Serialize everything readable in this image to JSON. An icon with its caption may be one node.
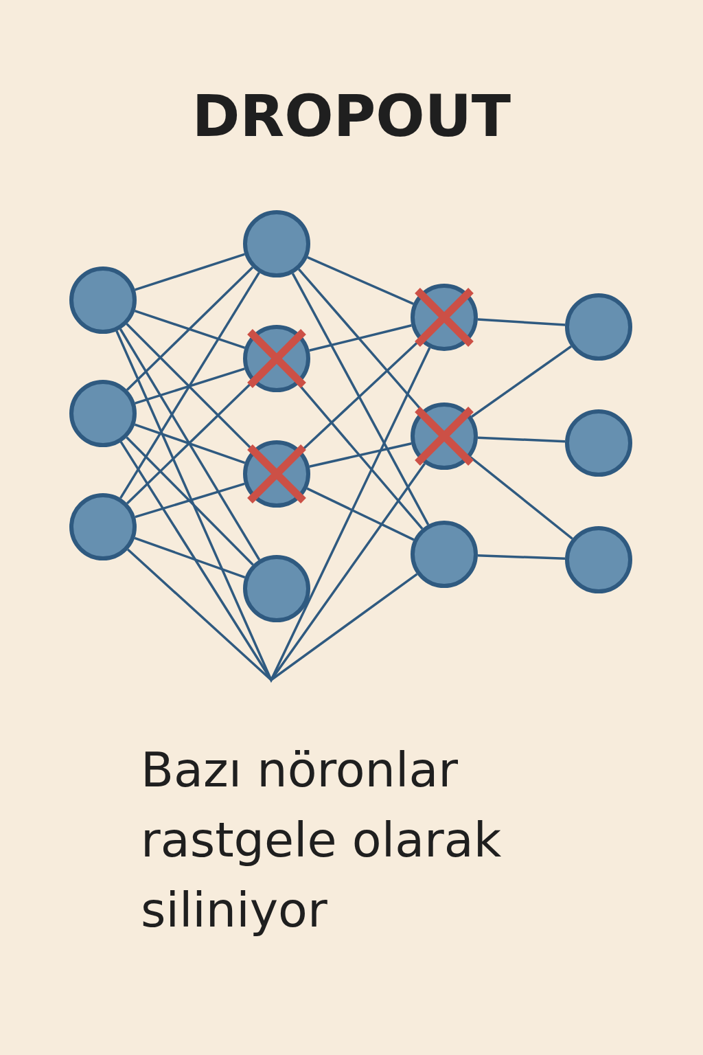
{
  "diagram": {
    "title": "DROPOUT",
    "caption": "Bazı nöronlar rastgele olarak siliniyor",
    "nodes": [
      {
        "text": [],
        "shape": "circle"
      },
      {
        "text": [],
        "shape": "circle"
      },
      {
        "text": [],
        "shape": "circle"
      },
      {
        "text": [],
        "shape": "circle"
      },
      {
        "text": [],
        "shape": "circle"
      },
      {
        "text": [],
        "shape": "circle"
      },
      {
        "text": [],
        "shape": "circle"
      },
      {
        "text": [],
        "shape": "circle"
      },
      {
        "text": [],
        "shape": "circle"
      },
      {
        "text": [],
        "shape": "circle"
      },
      {
        "text": [],
        "shape": "circle"
      },
      {
        "text": [],
        "shape": "circle"
      },
      {
        "text": [],
        "shape": "circle"
      }
    ],
    "edges": [
      {
        "from": 0,
        "to": 3,
        "arrow": "none"
      },
      {
        "from": 0,
        "to": 4,
        "arrow": "none"
      },
      {
        "from": 0,
        "to": 5,
        "arrow": "none"
      },
      {
        "from": 0,
        "to": 6,
        "arrow": "none"
      },
      {
        "from": 1,
        "to": 3,
        "arrow": "none"
      },
      {
        "from": 1,
        "to": 4,
        "arrow": "none"
      },
      {
        "from": 1,
        "to": 5,
        "arrow": "none"
      },
      {
        "from": 1,
        "to": 6,
        "arrow": "none"
      },
      {
        "from": 2,
        "to": 3,
        "arrow": "none"
      },
      {
        "from": 2,
        "to": 4,
        "arrow": "none"
      },
      {
        "from": 2,
        "to": 5,
        "arrow": "none"
      },
      {
        "from": 2,
        "to": 6,
        "arrow": "none"
      },
      {
        "from": 0,
        "to": 7,
        "arrow": "none"
      },
      {
        "from": 1,
        "to": 8,
        "arrow": "none"
      },
      {
        "from": 2,
        "to": 9,
        "arrow": "none"
      },
      {
        "from": 3,
        "to": 7,
        "arrow": "none"
      },
      {
        "from": 3,
        "to": 8,
        "arrow": "none"
      },
      {
        "from": 3,
        "to": 9,
        "arrow": "none"
      },
      {
        "from": 4,
        "to": 7,
        "arrow": "none"
      },
      {
        "from": 4,
        "to": 9,
        "arrow": "none"
      },
      {
        "from": 5,
        "to": 7,
        "arrow": "none"
      },
      {
        "from": 5,
        "to": 8,
        "arrow": "none"
      },
      {
        "from": 5,
        "to": 9,
        "arrow": "none"
      },
      {
        "from": 7,
        "to": 10,
        "arrow": "none"
      },
      {
        "from": 8,
        "to": 10,
        "arrow": "none"
      },
      {
        "from": 8,
        "to": 11,
        "arrow": "none"
      },
      {
        "from": 8,
        "to": 12,
        "arrow": "none"
      },
      {
        "from": 9,
        "to": 12,
        "arrow": "none"
      }
    ]
  }
}
